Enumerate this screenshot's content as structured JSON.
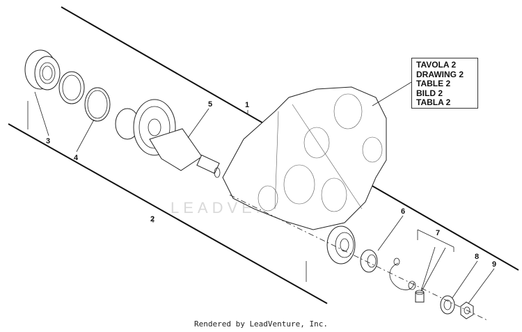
{
  "drawing_label": {
    "lines": [
      "TAVOLA 2",
      "DRAWING 2",
      "TABLE 2",
      "BILD 2",
      "TABLA 2"
    ]
  },
  "callouts": [
    "1",
    "2",
    "3",
    "4",
    "5",
    "6",
    "7",
    "8",
    "9"
  ],
  "watermark": "LEADVENTURE",
  "footer": "Rendered by LeadVenture, Inc."
}
